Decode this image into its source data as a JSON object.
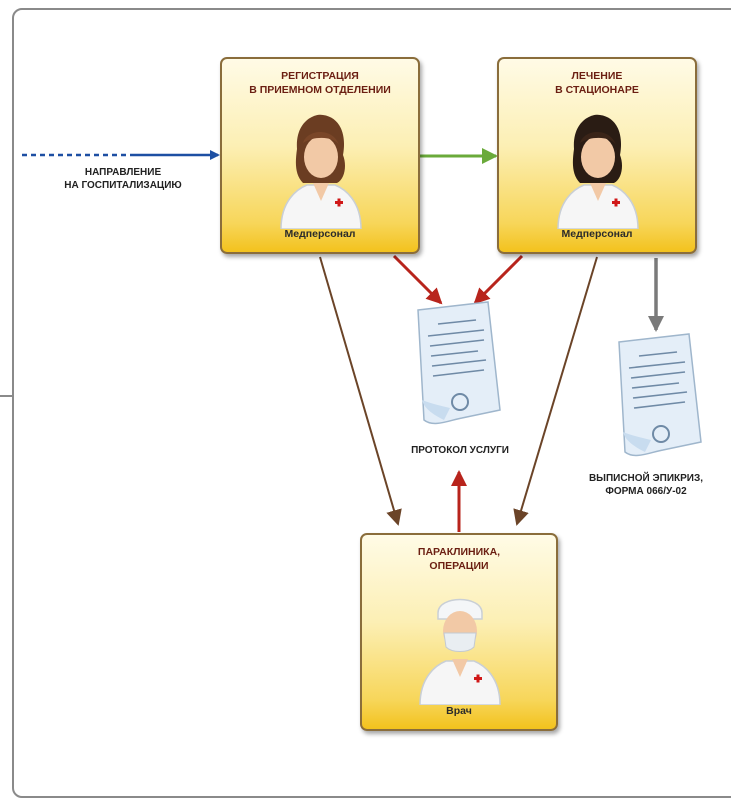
{
  "cards": {
    "registration": {
      "title": [
        "РЕГИСТРАЦИЯ",
        "В ПРИЕМНОМ ОТДЕЛЕНИИ"
      ],
      "role": "Медперсонал"
    },
    "treatment": {
      "title": [
        "ЛЕЧЕНИЕ",
        "В СТАЦИОНАРЕ"
      ],
      "role": "Медперсонал"
    },
    "paraclinic": {
      "title": [
        "ПАРАКЛИНИКА,",
        "ОПЕРАЦИИ"
      ],
      "role": "Врач"
    }
  },
  "labels": {
    "referral": [
      "НАПРАВЛЕНИЕ",
      "НА ГОСПИТАЛИЗАЦИЮ"
    ],
    "protocol": "ПРОТОКОЛ УСЛУГИ",
    "discharge": [
      "ВЫПИСНОЙ ЭПИКРИЗ,",
      "ФОРМА 066/У-02"
    ]
  },
  "icons": {
    "nurse": "nurse-avatar-icon",
    "doctor": "doctor-avatar-icon",
    "document": "document-icon"
  },
  "colors": {
    "incoming_arrow": "#1d4fa3",
    "flow_arrow": "#6aaa3a",
    "document_arrow": "#b8241c",
    "service_arrow": "#6b4428",
    "discharge_arrow": "#7a7a7a",
    "card_border": "#8a6d3b",
    "card_title": "#6b1f12"
  }
}
